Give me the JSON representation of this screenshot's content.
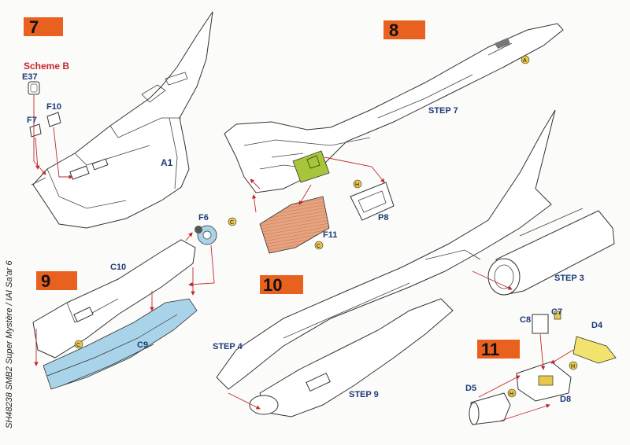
{
  "steps": {
    "s7": "7",
    "s8": "8",
    "s9": "9",
    "s10": "10",
    "s11": "11"
  },
  "scheme_label": "Scheme B",
  "parts": {
    "e37": "E37",
    "f10": "F10",
    "f7": "F7",
    "a1": "A1",
    "f6": "F6",
    "c10": "C10",
    "c9": "C9",
    "f11": "F11",
    "p8": "P8",
    "c8": "C8",
    "c7": "C7",
    "d4": "D4",
    "d5": "D5",
    "d8": "D8"
  },
  "step_refs": {
    "step7": "STEP 7",
    "step3": "STEP 3",
    "step4": "STEP 4",
    "step9": "STEP 9"
  },
  "paint_codes": {
    "a": "A",
    "h": "H",
    "c": "C"
  },
  "side_text": "SH48238 SMB2 Super Mystère / IAI Sa'ar   6",
  "colors": {
    "step_flag": "#e9611f",
    "label": "#1c3a78",
    "scheme": "#c7262c",
    "arrow": "#c0292e",
    "blue_part": "#a9d3e8",
    "green_part": "#a6c53a",
    "orange_part": "#e7a37f",
    "yellow_part": "#f2e36e",
    "gold_tag": "#e8c84a"
  }
}
